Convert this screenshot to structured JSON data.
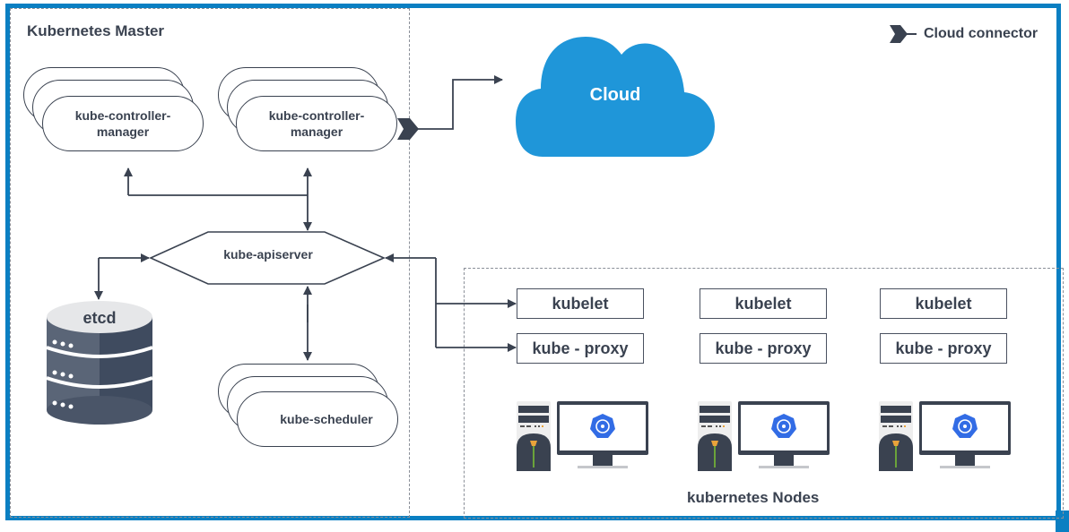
{
  "master": {
    "title": "Kubernetes Master",
    "controller_managers": [
      {
        "label_line1": "kube-controller-",
        "label_line2": "manager"
      },
      {
        "label_line1": "kube-controller-",
        "label_line2": "manager"
      }
    ],
    "apiserver_label": "kube-apiserver",
    "etcd_label": "etcd",
    "scheduler_label": "kube-scheduler"
  },
  "cloud": {
    "label": "Cloud",
    "color": "#1f96d9"
  },
  "legend": {
    "icon": "cloud-connector-icon",
    "label": "Cloud connector"
  },
  "nodes": {
    "title": "kubernetes Nodes",
    "items": [
      {
        "kubelet": "kubelet",
        "proxy": "kube - proxy",
        "icon": "kubernetes-node-computer-icon"
      },
      {
        "kubelet": "kubelet",
        "proxy": "kube - proxy",
        "icon": "kubernetes-node-computer-icon"
      },
      {
        "kubelet": "kubelet",
        "proxy": "kube - proxy",
        "icon": "kubernetes-node-computer-icon"
      }
    ]
  },
  "colors": {
    "frame": "#0a7fc2",
    "ink": "#3a4250",
    "kubernetes_blue": "#326ce5"
  }
}
